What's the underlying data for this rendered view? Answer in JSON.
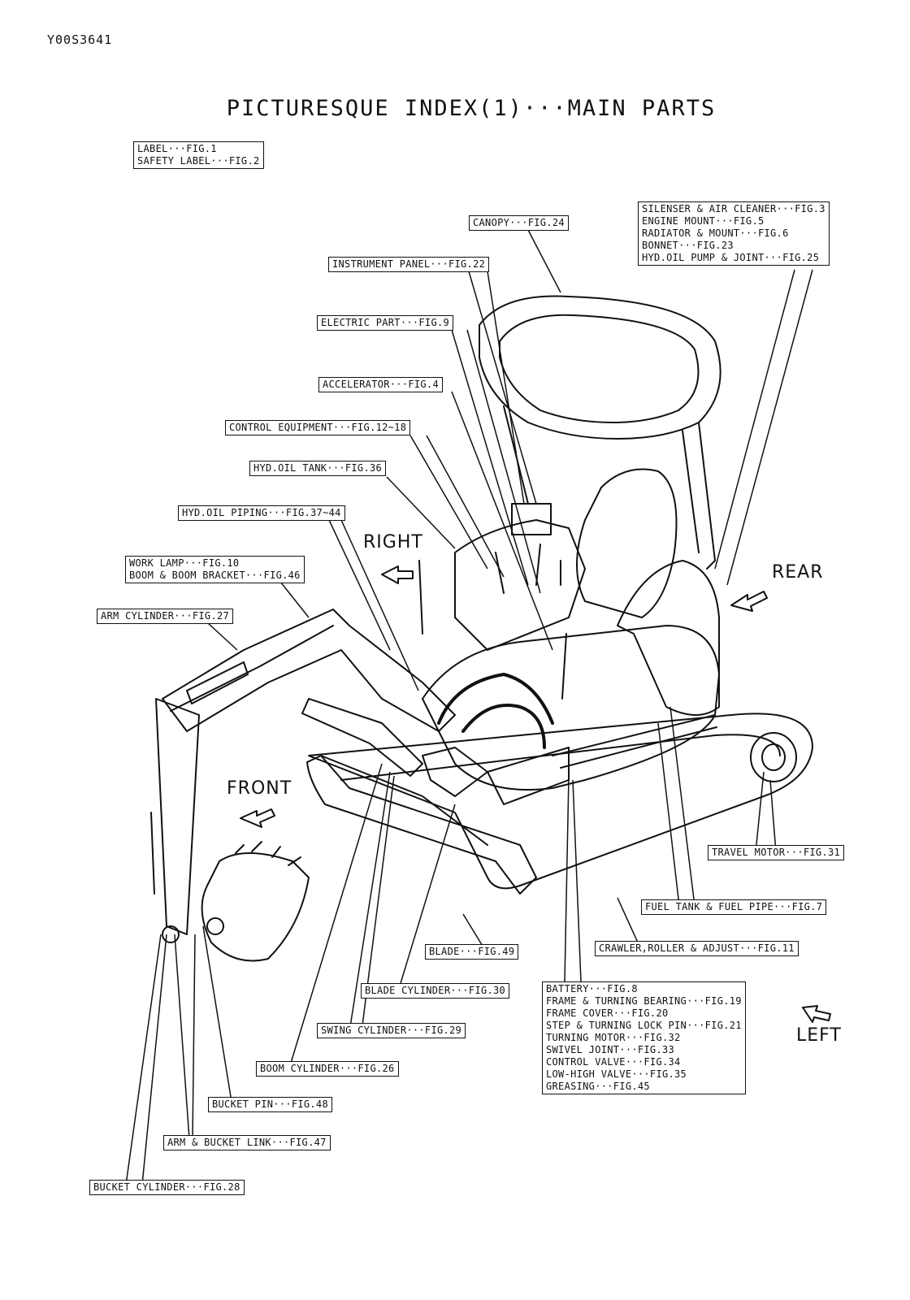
{
  "doc_code": "Y00S3641",
  "title": "PICTURESQUE INDEX(1)···MAIN PARTS",
  "directions": {
    "right": "RIGHT",
    "rear": "REAR",
    "front": "FRONT",
    "left": "LEFT"
  },
  "labels": {
    "label_box": [
      "LABEL···FIG.1",
      "SAFETY LABEL···FIG.2"
    ],
    "engine_box": [
      "SILENSER & AIR CLEANER···FIG.3",
      "ENGINE MOUNT···FIG.5",
      "RADIATOR & MOUNT···FIG.6",
      "BONNET···FIG.23",
      "HYD.OIL PUMP & JOINT···FIG.25"
    ],
    "canopy": "CANOPY···FIG.24",
    "instrument_panel": "INSTRUMENT PANEL···FIG.22",
    "electric_part": "ELECTRIC PART···FIG.9",
    "accelerator": "ACCELERATOR···FIG.4",
    "control_equipment": "CONTROL EQUIPMENT···FIG.12~18",
    "hyd_oil_tank": "HYD.OIL TANK···FIG.36",
    "hyd_oil_piping": "HYD.OIL PIPING···FIG.37~44",
    "work_lamp_box": [
      "WORK LAMP···FIG.10",
      "BOOM & BOOM BRACKET···FIG.46"
    ],
    "arm_cylinder": "ARM CYLINDER···FIG.27",
    "travel_motor": "TRAVEL MOTOR···FIG.31",
    "fuel_tank": "FUEL TANK & FUEL PIPE···FIG.7",
    "crawler": "CRAWLER,ROLLER & ADJUST···FIG.11",
    "blade": "BLADE···FIG.49",
    "blade_cylinder": "BLADE CYLINDER···FIG.30",
    "battery_box": [
      "BATTERY···FIG.8",
      "FRAME & TURNING BEARING···FIG.19",
      "FRAME COVER···FIG.20",
      "STEP & TURNING LOCK PIN···FIG.21",
      "TURNING MOTOR···FIG.32",
      "SWIVEL JOINT···FIG.33",
      "CONTROL VALVE···FIG.34",
      "LOW-HIGH VALVE···FIG.35",
      "GREASING···FIG.45"
    ],
    "swing_cylinder": "SWING CYLINDER···FIG.29",
    "boom_cylinder": "BOOM CYLINDER···FIG.26",
    "bucket_pin": "BUCKET PIN···FIG.48",
    "arm_bucket_link": "ARM & BUCKET LINK···FIG.47",
    "bucket_cylinder": "BUCKET CYLINDER···FIG.28"
  }
}
